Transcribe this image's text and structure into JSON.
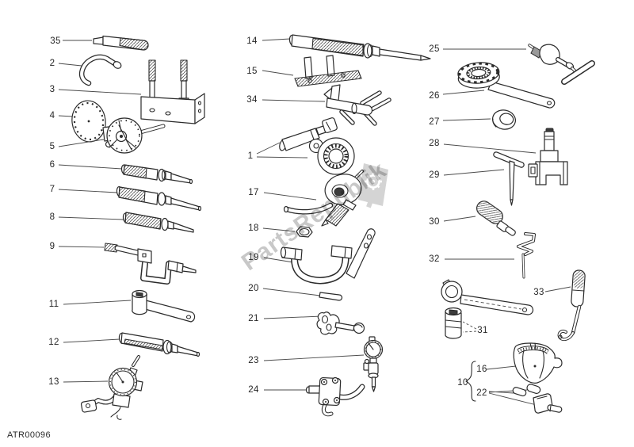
{
  "page": {
    "code": "ATR00096"
  },
  "watermark": {
    "text": "PartsRepublik",
    "gear_icon": "gear-icon",
    "color": "#9b9b9b"
  },
  "diagram": {
    "description_labels_total": 35,
    "line_color": "#2b2b2b",
    "background": "#ffffff"
  },
  "callouts": [
    {
      "n": "35"
    },
    {
      "n": "2"
    },
    {
      "n": "3"
    },
    {
      "n": "4"
    },
    {
      "n": "5"
    },
    {
      "n": "6"
    },
    {
      "n": "7"
    },
    {
      "n": "8"
    },
    {
      "n": "9"
    },
    {
      "n": "11"
    },
    {
      "n": "12"
    },
    {
      "n": "13"
    },
    {
      "n": "14"
    },
    {
      "n": "15"
    },
    {
      "n": "34"
    },
    {
      "n": "1"
    },
    {
      "n": "17"
    },
    {
      "n": "18"
    },
    {
      "n": "19"
    },
    {
      "n": "20"
    },
    {
      "n": "21"
    },
    {
      "n": "23"
    },
    {
      "n": "24"
    },
    {
      "n": "25"
    },
    {
      "n": "26"
    },
    {
      "n": "27"
    },
    {
      "n": "28"
    },
    {
      "n": "29"
    },
    {
      "n": "30"
    },
    {
      "n": "32"
    },
    {
      "n": "33"
    },
    {
      "n": "31"
    },
    {
      "n": "10"
    },
    {
      "n": "16"
    },
    {
      "n": "22"
    }
  ]
}
